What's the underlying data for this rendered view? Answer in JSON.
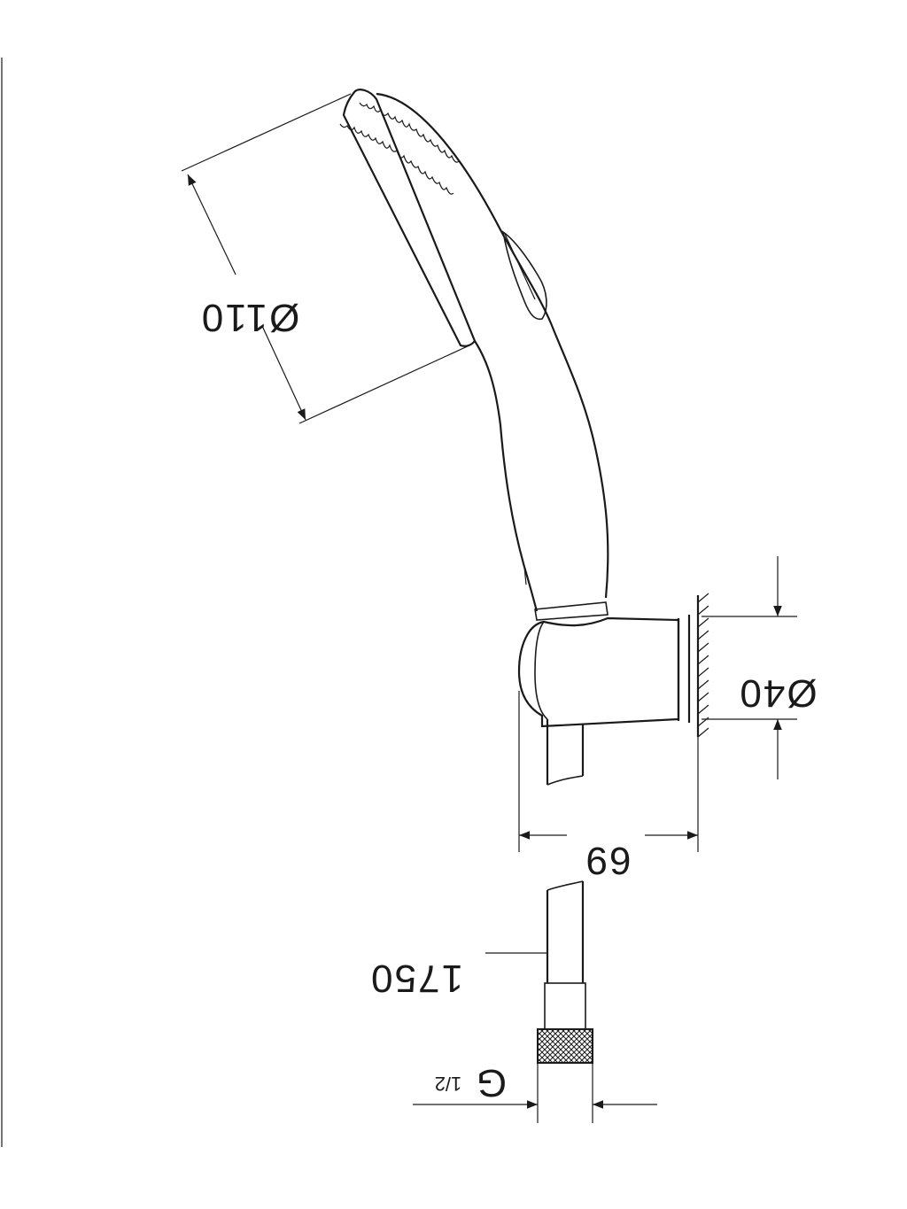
{
  "dimensions": {
    "head_diameter": "Ø110",
    "holder_diameter": "Ø40",
    "holder_depth": "69",
    "hose_length": "1750",
    "thread": "G",
    "thread_fraction": "1/2"
  },
  "colors": {
    "line": "#1a1a1a",
    "background": "#ffffff"
  }
}
